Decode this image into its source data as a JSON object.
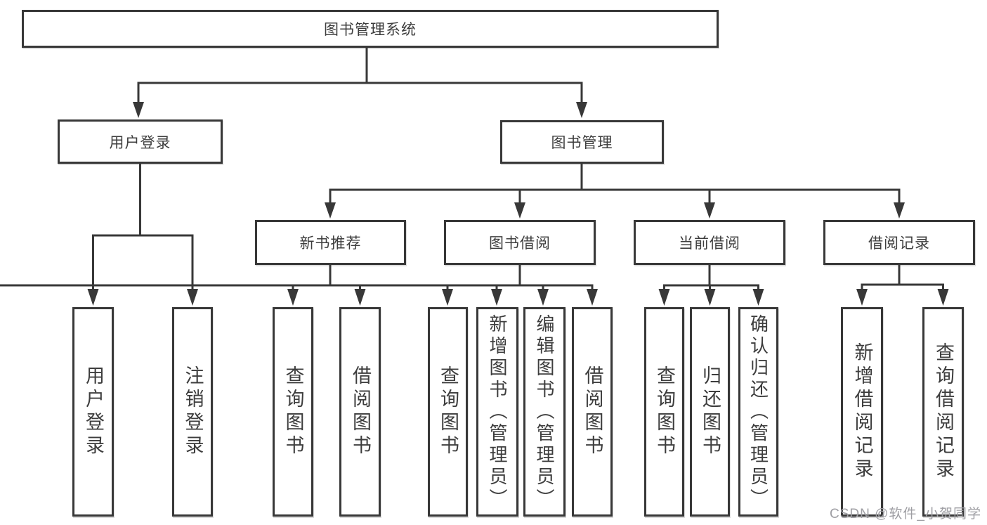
{
  "diagram": {
    "root": {
      "label": "图书管理系统"
    },
    "user_branch": {
      "label": "用户登录",
      "children": [
        {
          "label": "用户登录"
        },
        {
          "label": "注销登录"
        }
      ]
    },
    "book_branch": {
      "label": "图书管理",
      "sections": [
        {
          "label": "新书推荐",
          "children": [
            {
              "label": "查询图书"
            },
            {
              "label": "借阅图书"
            }
          ]
        },
        {
          "label": "图书借阅",
          "children": [
            {
              "label": "查询图书"
            },
            {
              "label": "新增图书（管理员）"
            },
            {
              "label": "编辑图书（管理员）"
            },
            {
              "label": "借阅图书"
            }
          ]
        },
        {
          "label": "当前借阅",
          "children": [
            {
              "label": "查询图书"
            },
            {
              "label": "归还图书"
            },
            {
              "label": "确认归还（管理员）"
            }
          ]
        },
        {
          "label": "借阅记录",
          "children": [
            {
              "label": "新增借阅记录"
            },
            {
              "label": "查询借阅记录"
            }
          ]
        }
      ]
    },
    "watermark": "CSDN @软件_小贺同学",
    "colors": {
      "line": "#383838",
      "text": "#3d3d3d",
      "watermark": "#9e9ea3",
      "background": "#ffffff"
    }
  }
}
